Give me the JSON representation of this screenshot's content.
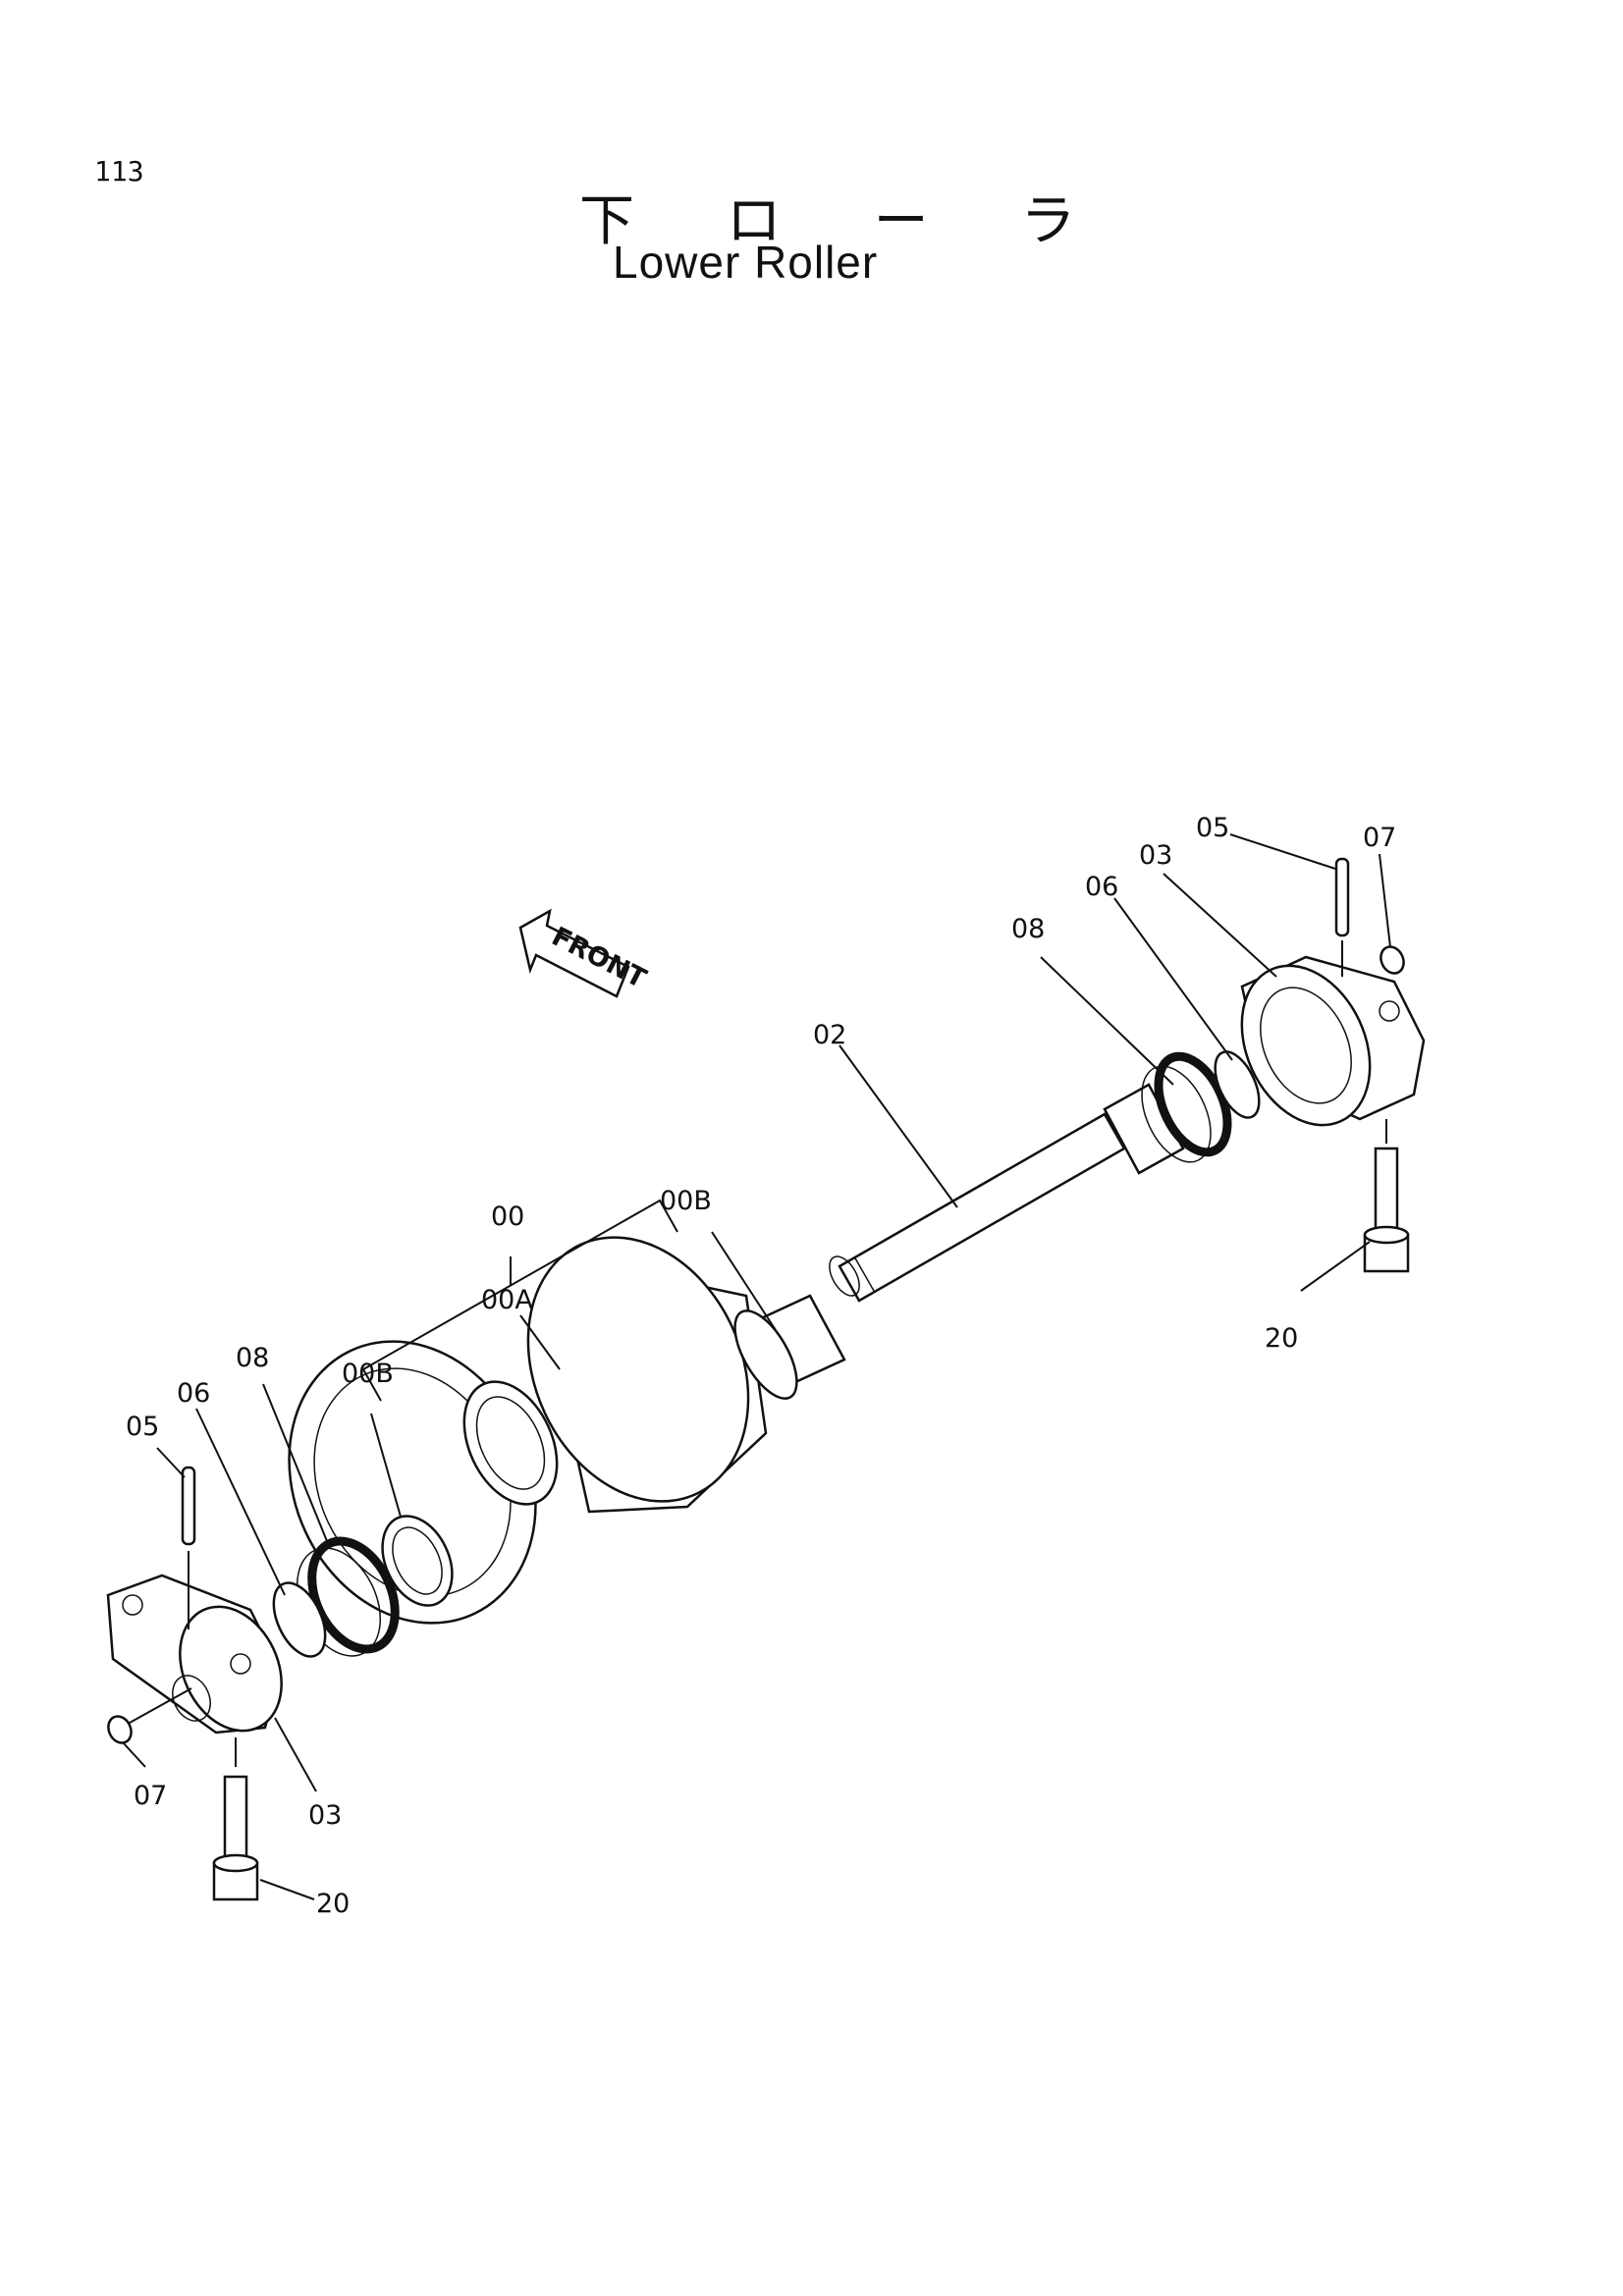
{
  "page": {
    "number": "113"
  },
  "title": {
    "japanese": "下 ロ ー ラ",
    "english": "Lower Roller"
  },
  "direction_arrow": {
    "label": "FRONT",
    "icon": "front-arrow-icon"
  },
  "callouts": [
    {
      "id": "c-05-r",
      "label": "05"
    },
    {
      "id": "c-07-r",
      "label": "07"
    },
    {
      "id": "c-03-r",
      "label": "03"
    },
    {
      "id": "c-06-r",
      "label": "06"
    },
    {
      "id": "c-08-r",
      "label": "08"
    },
    {
      "id": "c-02",
      "label": "02"
    },
    {
      "id": "c-00",
      "label": "00"
    },
    {
      "id": "c-00b-r",
      "label": "00B"
    },
    {
      "id": "c-00a",
      "label": "00A"
    },
    {
      "id": "c-00b-l",
      "label": "00B"
    },
    {
      "id": "c-08-l",
      "label": "08"
    },
    {
      "id": "c-06-l",
      "label": "06"
    },
    {
      "id": "c-05-l",
      "label": "05"
    },
    {
      "id": "c-20-r",
      "label": "20"
    },
    {
      "id": "c-07-l",
      "label": "07"
    },
    {
      "id": "c-03-l",
      "label": "03"
    },
    {
      "id": "c-20-l",
      "label": "20"
    }
  ]
}
